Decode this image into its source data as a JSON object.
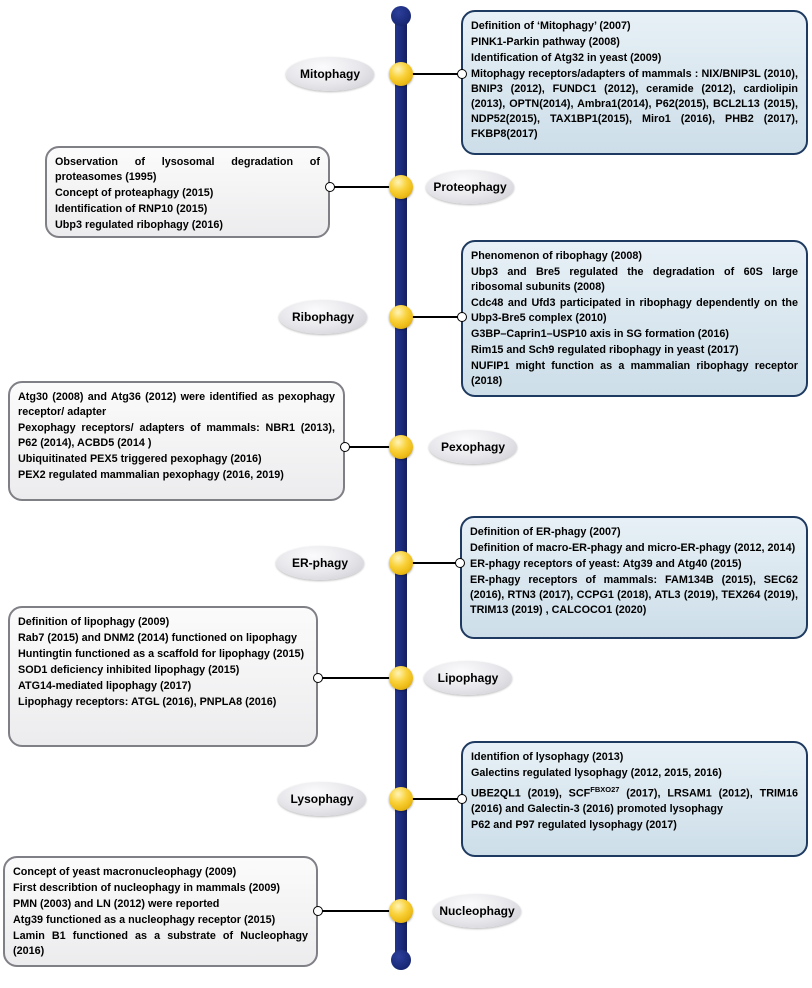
{
  "colors": {
    "timeline_line": "#1b2b7b",
    "timeline_node": "#f2c21d",
    "blue_box_fill": "#d9e6ee",
    "blue_box_border": "#1e3a60",
    "gray_box_fill": "#f2f2f4",
    "gray_box_border": "#7f7f86"
  },
  "branches": [
    {
      "id": "mitophagy",
      "label": "Mitophagy",
      "side": "right",
      "entries": [
        "Definition of ‘Mitophagy’ (2007)",
        "PINK1-Parkin pathway (2008)",
        "Identification of Atg32 in yeast (2009)",
        "Mitophagy receptors/adapters of mammals : NIX/BNIP3L (2010), BNIP3 (2012), FUNDC1 (2012), ceramide (2012), cardiolipin (2013), OPTN(2014), Ambra1(2014), P62(2015), BCL2L13 (2015), NDP52(2015), TAX1BP1(2015), Miro1 (2016), PHB2 (2017), FKBP8(2017)"
      ]
    },
    {
      "id": "proteophagy",
      "label": "Proteophagy",
      "side": "left",
      "entries": [
        "Observation of lysosomal degradation of proteasomes (1995)",
        "Concept of proteaphagy (2015)",
        "Identification of RNP10 (2015)",
        "Ubp3 regulated ribophagy (2016)"
      ]
    },
    {
      "id": "ribophagy",
      "label": "Ribophagy",
      "side": "right",
      "entries": [
        "Phenomenon of ribophagy (2008)",
        "Ubp3 and Bre5 regulated the degradation of 60S large ribosomal subunits (2008)",
        "Cdc48 and Ufd3 participated in ribophagy dependently on the Ubp3-Bre5 complex (2010)",
        "G3BP–Caprin1–USP10 axis in SG formation (2016)",
        "Rim15 and Sch9 regulated ribophagy in yeast (2017)",
        "NUFIP1 might function as a mammalian ribophagy receptor (2018)"
      ]
    },
    {
      "id": "pexophagy",
      "label": "Pexophagy",
      "side": "left",
      "entries": [
        "Atg30 (2008) and Atg36 (2012) were identified as pexophagy receptor/ adapter",
        "Pexophagy receptors/ adapters of mammals: NBR1 (2013), P62 (2014), ACBD5 (2014 )",
        "Ubiquitinated PEX5 triggered pexophagy (2016)",
        "PEX2 regulated mammalian pexophagy (2016, 2019)"
      ]
    },
    {
      "id": "er-phagy",
      "label": "ER-phagy",
      "side": "right",
      "entries": [
        "Definition of ER-phagy (2007)",
        "Definition of macro-ER-phagy and micro-ER-phagy (2012, 2014)",
        "ER-phagy receptors of yeast: Atg39 and Atg40 (2015)",
        "ER-phagy receptors of mammals: FAM134B (2015), SEC62 (2016), RTN3 (2017), CCPG1 (2018), ATL3 (2019), TEX264 (2019), TRIM13 (2019) , CALCOCO1 (2020)"
      ]
    },
    {
      "id": "lipophagy",
      "label": "Lipophagy",
      "side": "left",
      "entries": [
        "Definition of lipophagy (2009)",
        "Rab7 (2015) and DNM2 (2014) functioned on lipophagy",
        "Huntingtin functioned as a scaffold for lipophagy (2015)",
        "SOD1 deficiency inhibited lipophagy (2015)",
        "ATG14-mediated lipophagy (2017)",
        "Lipophagy receptors: ATGL (2016), PNPLA8 (2016)"
      ]
    },
    {
      "id": "lysophagy",
      "label": "Lysophagy",
      "side": "right",
      "entries": [
        "Identifion of lysophagy (2013)",
        "Galectins regulated lysophagy (2012, 2015, 2016)",
        {
          "pre": "UBE2QL1 (2019), SCF",
          "sup": "FBXO27",
          "post": " (2017), LRSAM1 (2012), TRIM16 (2016) and Galectin-3 (2016) promoted lysophagy"
        },
        "P62 and P97 regulated lysophagy (2017)"
      ]
    },
    {
      "id": "nucleophagy",
      "label": "Nucleophagy",
      "side": "left",
      "entries": [
        "Concept of yeast macronucleophagy (2009)",
        "First describtion of nucleophagy in mammals (2009)",
        "PMN (2003) and LN (2012) were reported",
        "Atg39 functioned as a nucleophagy receptor (2015)",
        "Lamin B1 functioned as a substrate of Nucleophagy (2016)"
      ]
    }
  ]
}
